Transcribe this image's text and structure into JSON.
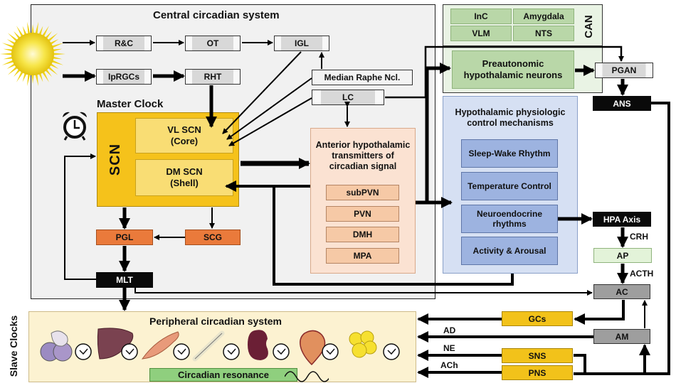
{
  "regions": {
    "central_title": "Central circadian system",
    "master_clock": "Master Clock",
    "scn_label": "SCN",
    "can_label": "CAN",
    "slave_clocks": "Slave Clocks",
    "peripheral_title": "Peripheral circadian system",
    "circadian_resonance": "Circadian resonance"
  },
  "input_path": {
    "r_and_c": "R&C",
    "ot": "OT",
    "igl": "IGL",
    "iprgcs": "IpRGCs",
    "rht": "RHT",
    "median_raphe": "Median Raphe Ncl.",
    "lc": "LC"
  },
  "scn": {
    "vl_scn": "VL SCN",
    "vl_sub": "(Core)",
    "dm_scn": "DM SCN",
    "dm_sub": "(Shell)"
  },
  "pineal": {
    "pgl": "PGL",
    "scg": "SCG",
    "mlt": "MLT"
  },
  "anterior": {
    "title": "Anterior hypothalamic transmitters of circadian signal",
    "items": [
      "subPVN",
      "PVN",
      "DMH",
      "MPA"
    ]
  },
  "can": {
    "items": [
      "InC",
      "Amygdala",
      "VLM",
      "NTS"
    ],
    "preautonomic": "Preautonomic hypothalamic neurons"
  },
  "hypothalamic_control": {
    "title": "Hypothalamic physiologic control mechanisms",
    "items": [
      "Sleep-Wake Rhythm",
      "Temperature Control",
      "Neuroendocrine rhythms",
      "Activity & Arousal"
    ]
  },
  "autonomic": {
    "pgan": "PGAN",
    "ans": "ANS",
    "hpa_axis": "HPA Axis",
    "crh": "CRH",
    "ap": "AP",
    "acth": "ACTH",
    "ac": "AC",
    "am": "AM",
    "gcs": "GCs",
    "sns": "SNS",
    "pns": "PNS",
    "ad": "AD",
    "ne": "NE",
    "ach": "ACh"
  },
  "peripheral_organs": [
    "blood-cells",
    "liver",
    "muscle",
    "bone",
    "kidney",
    "heart",
    "adipose"
  ],
  "colors": {
    "scn": "#f5c21b",
    "orange": "#ea7a3b",
    "can_green": "#b9d7a8",
    "hypo_blue": "#9db3e0",
    "anterior_salmon": "#f6c9a6",
    "gold": "#f2c21a"
  }
}
